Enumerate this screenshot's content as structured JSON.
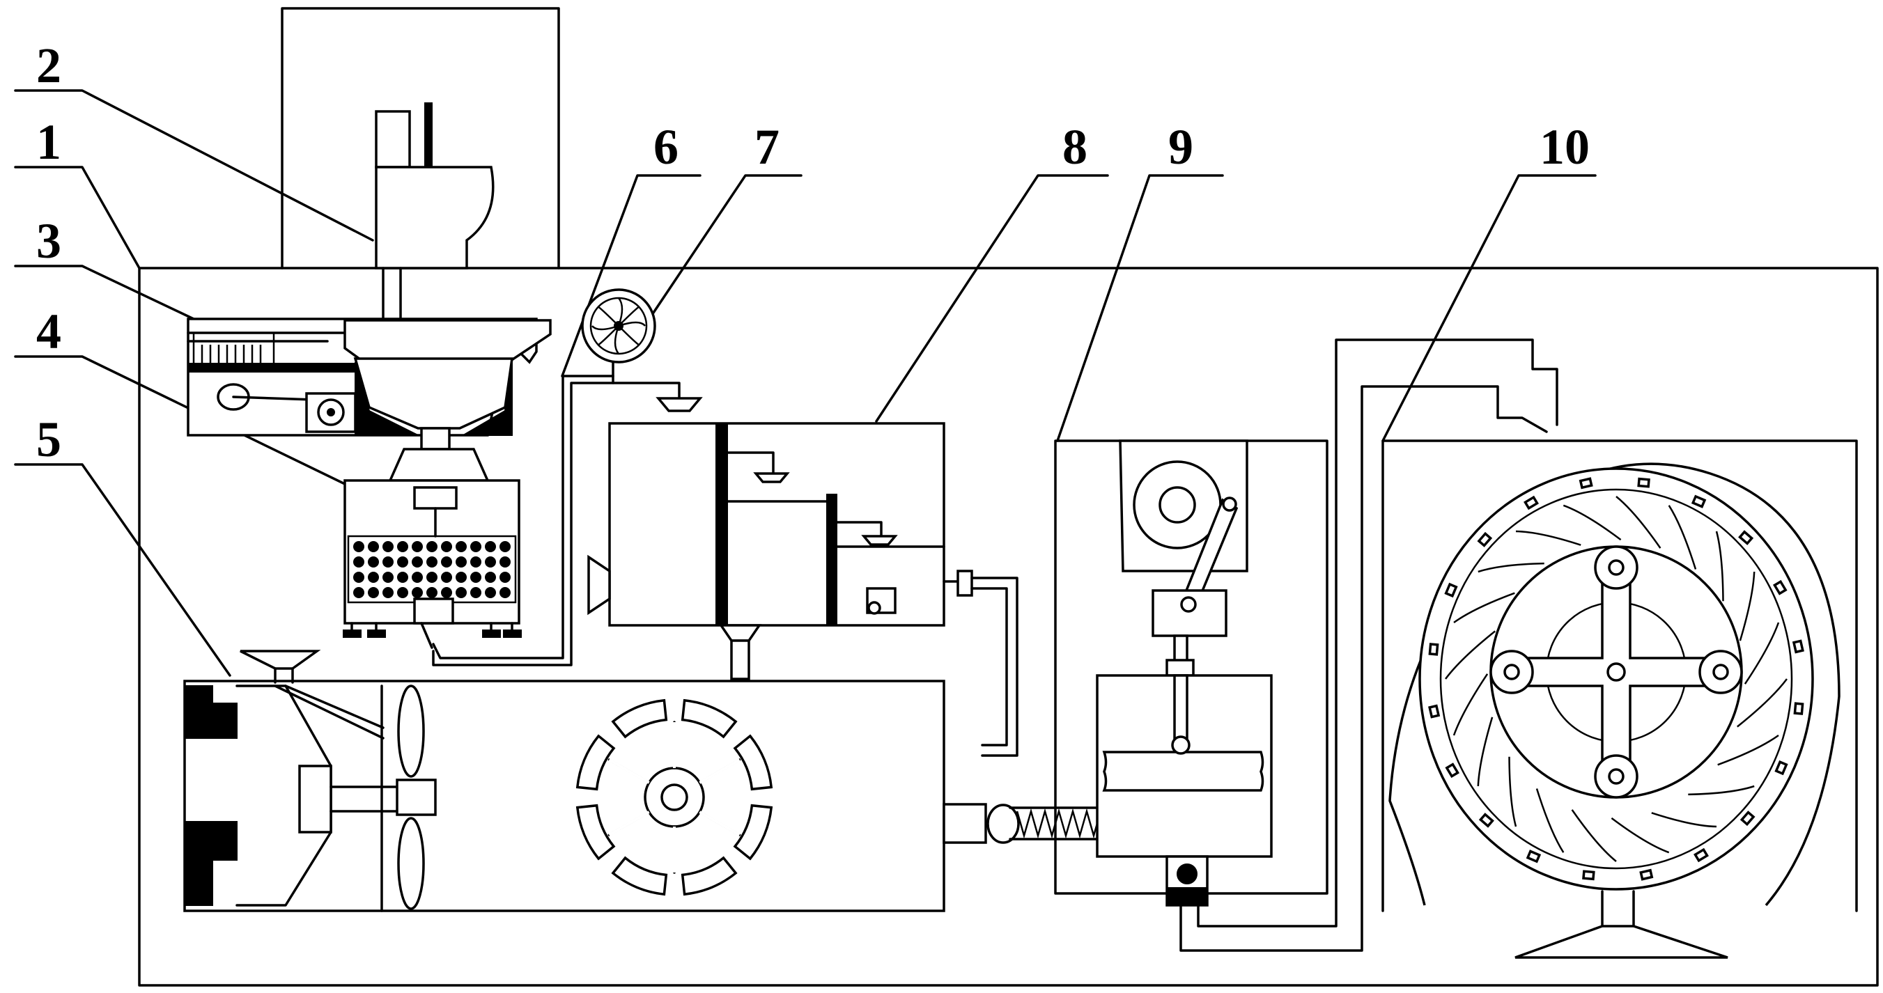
{
  "labels": [
    {
      "id": "1",
      "text": "1"
    },
    {
      "id": "2",
      "text": "2"
    },
    {
      "id": "3",
      "text": "3"
    },
    {
      "id": "4",
      "text": "4"
    },
    {
      "id": "5",
      "text": "5"
    },
    {
      "id": "6",
      "text": "6"
    },
    {
      "id": "7",
      "text": "7"
    },
    {
      "id": "8",
      "text": "8"
    },
    {
      "id": "9",
      "text": "9"
    },
    {
      "id": "10",
      "text": "10"
    }
  ],
  "colors": {
    "line": "#000000",
    "background": "#ffffff"
  }
}
